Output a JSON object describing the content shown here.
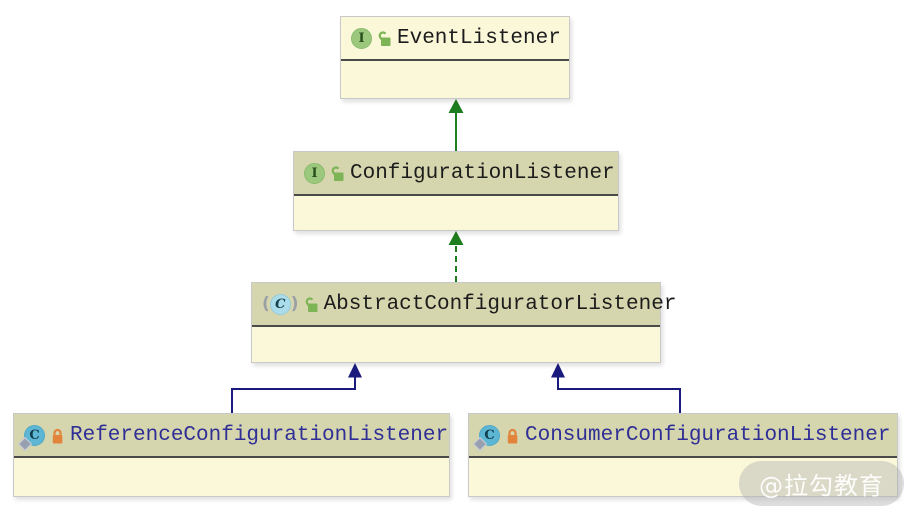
{
  "diagram": {
    "nodes": [
      {
        "name": "EventListener",
        "kind": "interface",
        "icon": "interface-icon",
        "lock_icon": "open-lock-icon",
        "text_color": "#1c1c1c",
        "header_style": "plain"
      },
      {
        "name": "ConfigurationListener",
        "kind": "interface",
        "icon": "interface-icon",
        "lock_icon": "open-lock-icon",
        "text_color": "#1c1c1c",
        "header_style": "khaki"
      },
      {
        "name": "AbstractConfiguratorListener",
        "kind": "abstract-class",
        "icon": "abstract-class-icon",
        "lock_icon": "open-lock-icon",
        "text_color": "#1c1c1c",
        "header_style": "khaki"
      },
      {
        "name": "ReferenceConfigurationListener",
        "kind": "class",
        "icon": "class-icon",
        "lock_icon": "closed-lock-icon",
        "text_color": "#2e2e96",
        "header_style": "khaki"
      },
      {
        "name": "ConsumerConfigurationListener",
        "kind": "class",
        "icon": "class-icon",
        "lock_icon": "closed-lock-icon",
        "text_color": "#2e2e96",
        "header_style": "khaki"
      }
    ],
    "edges": [
      {
        "from": "ConfigurationListener",
        "to": "EventListener",
        "relation": "extends",
        "line": "solid",
        "color": "#1e7d1e"
      },
      {
        "from": "AbstractConfiguratorListener",
        "to": "ConfigurationListener",
        "relation": "implements",
        "line": "dashed",
        "color": "#1e7d1e"
      },
      {
        "from": "ReferenceConfigurationListener",
        "to": "AbstractConfiguratorListener",
        "relation": "extends",
        "line": "solid",
        "color": "#1b1b7e"
      },
      {
        "from": "ConsumerConfigurationListener",
        "to": "AbstractConfiguratorListener",
        "relation": "extends",
        "line": "solid",
        "color": "#1b1b7e"
      }
    ],
    "icon_letters": {
      "interface": "I",
      "class": "C",
      "paren_open": "(",
      "paren_close": ")"
    },
    "watermark": "@拉勾教育",
    "colors": {
      "background": "#ffffff",
      "node_body": "#faf8d9",
      "node_header": "#d6d6ae",
      "node_border": "#c9c9c9",
      "title_divider": "#4a4a4a",
      "green_edge": "#1e7d1e",
      "navy_edge": "#1b1b7e",
      "black_text": "#1c1c1c",
      "navy_text": "#2e2e96",
      "interface_icon_green": "#9cc87e",
      "class_icon_blue": "#5cb6d4",
      "open_lock_green": "#7cb456",
      "closed_lock_orange": "#e2843b"
    }
  }
}
